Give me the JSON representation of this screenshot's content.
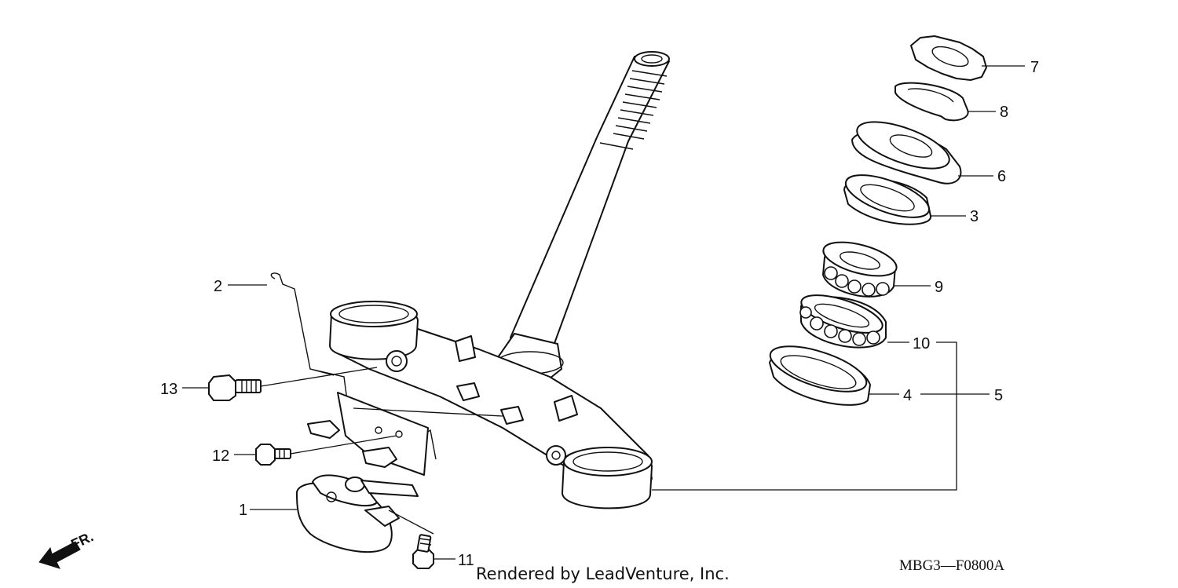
{
  "callouts": [
    {
      "id": "1",
      "label": "1"
    },
    {
      "id": "2",
      "label": "2"
    },
    {
      "id": "3",
      "label": "3"
    },
    {
      "id": "4",
      "label": "4"
    },
    {
      "id": "5",
      "label": "5"
    },
    {
      "id": "6",
      "label": "6"
    },
    {
      "id": "7",
      "label": "7"
    },
    {
      "id": "8",
      "label": "8"
    },
    {
      "id": "9",
      "label": "9"
    },
    {
      "id": "10",
      "label": "10"
    },
    {
      "id": "11",
      "label": "11"
    },
    {
      "id": "12",
      "label": "12"
    },
    {
      "id": "13",
      "label": "13"
    }
  ],
  "diagram_code": "MBG3—F0800A",
  "credit": "Rendered by LeadVenture, Inc.",
  "direction_label": "FR."
}
